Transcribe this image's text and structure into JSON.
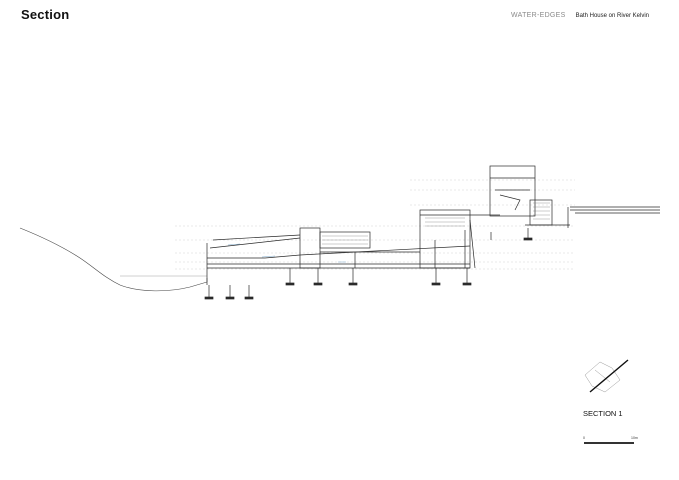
{
  "page_title": "Section",
  "project": {
    "tag": "WATER-EDGES",
    "name": "Bath House on River Kelvin"
  },
  "drawing": {
    "key_plan_icon": "key-plan-icon",
    "level_marks": [
      "—",
      "—",
      "—",
      "—",
      "—"
    ]
  },
  "section_label": "SECTION 1",
  "scale": {
    "min_label": "0",
    "max_label": "10m"
  },
  "colors": {
    "ink": "#222222",
    "light_line": "#bbbbbb",
    "accent": "#7aa6c8"
  }
}
